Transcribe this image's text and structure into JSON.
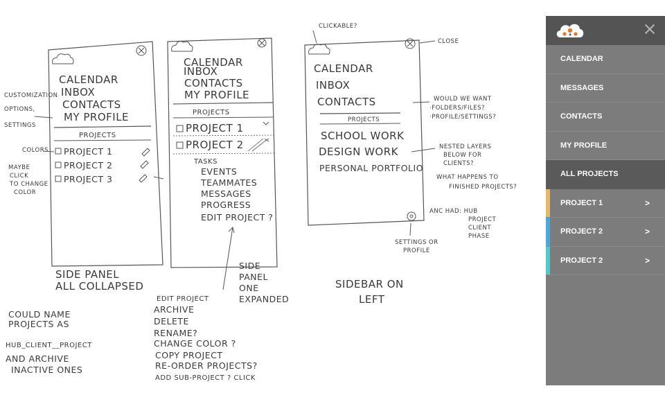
{
  "sketch": {
    "panel1": {
      "menu": [
        "CALENDAR",
        "INBOX",
        "CONTACTS",
        "MY PROFILE"
      ],
      "projects_header": "PROJECTS",
      "projects": [
        "PROJECT 1",
        "PROJECT 2",
        "PROJECT 3"
      ],
      "caption": [
        "SIDE PANEL",
        "ALL COLLAPSED"
      ]
    },
    "panel2": {
      "menu": [
        "CALENDAR",
        "INBOX",
        "CONTACTS",
        "MY PROFILE"
      ],
      "projects_header": "PROJECTS",
      "projects": [
        "PROJECT 1",
        "PROJECT 2"
      ],
      "subitems": [
        "TASKS",
        "EVENTS",
        "TEAMMATES",
        "MESSAGES",
        "PROGRESS",
        "EDIT PROJECT ?"
      ],
      "caption": [
        "SIDE",
        "PANEL",
        "ONE",
        "EXPANDED"
      ]
    },
    "panel3": {
      "menu": [
        "CALENDAR",
        "INBOX",
        "CONTACTS"
      ],
      "projects_header": "PROJECTS",
      "projects": [
        "SCHOOL WORK",
        "DESIGN WORK",
        "PERSONAL PORTFOLIO"
      ],
      "caption": [
        "SIDEBAR ON",
        "LEFT"
      ]
    },
    "notes": {
      "customization": [
        "CUSTOMIZATION",
        "OPTIONS,",
        "SETTINGS"
      ],
      "colors": [
        "COLORS",
        "MAYBE",
        "CLICK",
        "TO CHANGE",
        "COLOR"
      ],
      "naming": [
        "COULD NAME",
        "PROJECTS AS",
        "HUB_CLIENT__PROJECT",
        "AND ARCHIVE",
        "INACTIVE ONES"
      ],
      "edit_options": [
        "EDIT PROJECT",
        "ARCHIVE",
        "DELETE",
        "RENAME?",
        "CHANGE COLOR ?",
        "COPY PROJECT",
        "RE-ORDER PROJECTS?",
        "ADD SUB-PROJECT ? CLICK"
      ],
      "clickable": "CLICKABLE?",
      "close": "CLOSE",
      "folders": [
        "WOULD WE WANT",
        "·FOLDERS/FILES?",
        "·PROFILE/SETTINGS?"
      ],
      "nested": [
        "NESTED LAYERS",
        "BELOW FOR",
        "CLIENTS?",
        "WHAT HAPPENS TO",
        "FINISHED PROJECTS?"
      ],
      "hub": [
        "ANC HAD: HUB",
        "PROJECT",
        "CLIENT",
        "PHASE"
      ],
      "settings": [
        "SETTINGS OR",
        "PROFILE"
      ]
    }
  },
  "sidebar": {
    "logo_icon": "cloud-people-logo",
    "close_icon": "close-icon",
    "items": [
      {
        "label": "CALENDAR"
      },
      {
        "label": "MESSAGES"
      },
      {
        "label": "CONTACTS"
      },
      {
        "label": "MY PROFILE"
      },
      {
        "label": "ALL PROJECTS"
      },
      {
        "label": "PROJECT 1",
        "chevron": ">",
        "color": "#e8b86a"
      },
      {
        "label": "PROJECT 2",
        "chevron": ">",
        "color": "#4aa8dc"
      },
      {
        "label": "PROJECT 2",
        "chevron": ">",
        "color": "#4fc9c9"
      }
    ]
  },
  "colors": {
    "sidebar_bg": "#7c7c7c",
    "sidebar_header": "#545454",
    "active_item": "#5a5a5a",
    "logo_orange": "#e8742a"
  }
}
